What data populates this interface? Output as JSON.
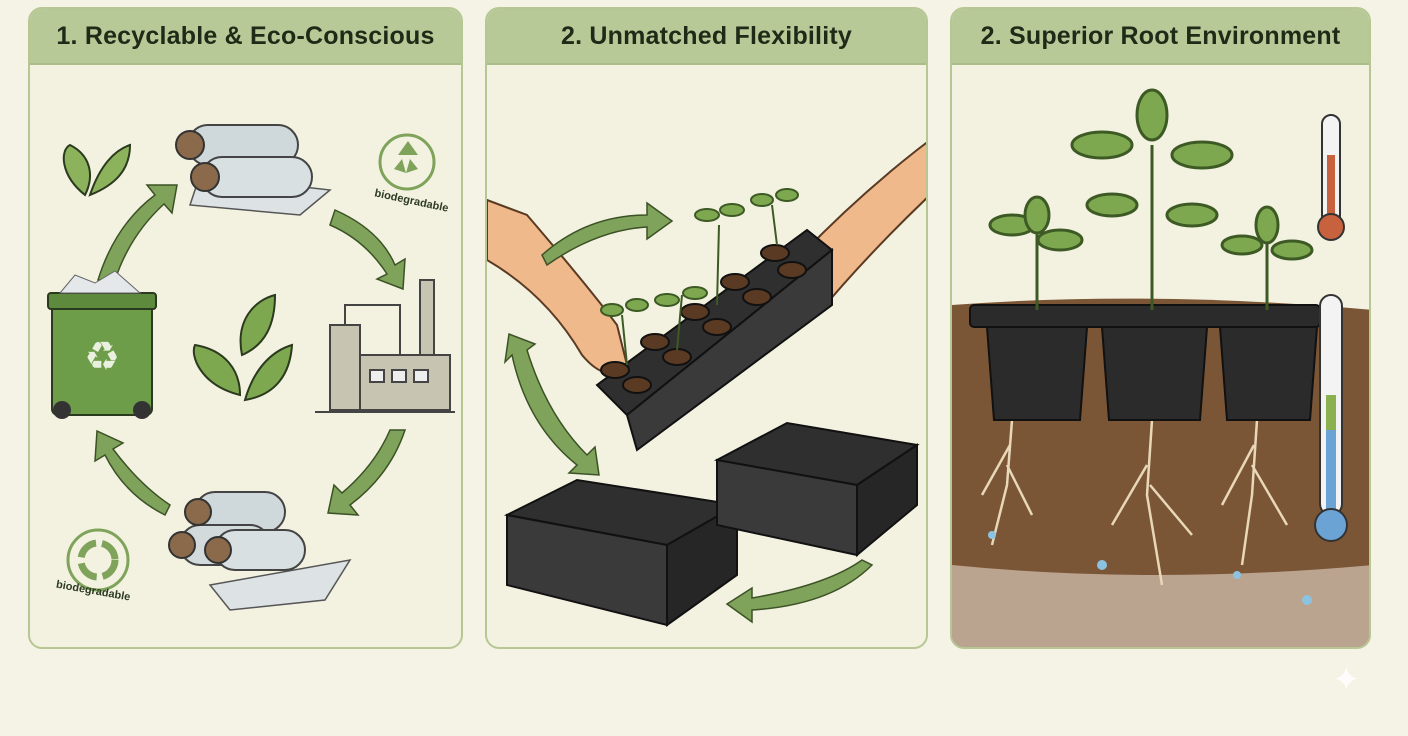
{
  "panels": [
    {
      "title": "1. Recyclable & Eco-Conscious",
      "badges": [
        "biodegradable",
        "biodegradable"
      ]
    },
    {
      "title": "2. Unmatched Flexibility"
    },
    {
      "title": "2. Superior Root Environment"
    }
  ],
  "colors": {
    "header": "#b8c998",
    "border": "#b6c794",
    "arrow": "#7fa35a",
    "leaf": "#7ea84f",
    "soil": "#7a5536",
    "tray": "#2e2e2e"
  }
}
